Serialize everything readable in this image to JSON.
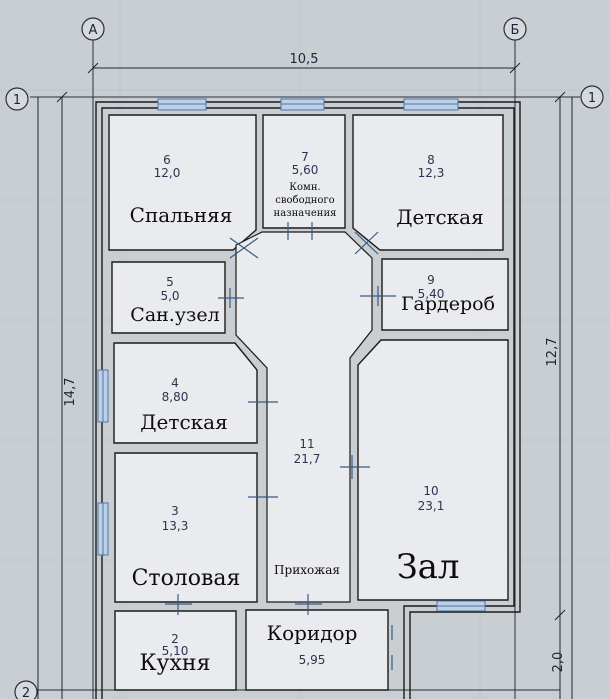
{
  "axes": {
    "a": "А",
    "b": "Б",
    "one_left": "1",
    "one_right": "1",
    "two_left": "2"
  },
  "dimensions": {
    "width_total": "10,5",
    "height_left": "14,7",
    "height_right": "12,7",
    "corridor_depth": "2,0"
  },
  "rooms": [
    {
      "num": "6",
      "area": "12,0",
      "name": "Спальняя"
    },
    {
      "num": "7",
      "area": "5,60",
      "name_lines": [
        "Комн.",
        "свободного",
        "назначения"
      ]
    },
    {
      "num": "8",
      "area": "12,3",
      "name": "Детская"
    },
    {
      "num": "5",
      "area": "5,0",
      "name": "Сан.узел"
    },
    {
      "num": "9",
      "area": "5,40",
      "name": "Гардероб"
    },
    {
      "num": "4",
      "area": "8,80",
      "name": "Детская"
    },
    {
      "num": "11",
      "area": "21,7",
      "name": "Прихожая"
    },
    {
      "num": "10",
      "area": "23,1",
      "name": "Зал"
    },
    {
      "num": "3",
      "area": "13,3",
      "name": "Столовая"
    },
    {
      "num": "2",
      "area": "5,10",
      "name": "Кухня"
    },
    {
      "num": "",
      "area": "5,95",
      "name": "Коридор"
    }
  ],
  "colors": {
    "paper": "#c9ced3",
    "wall": "#1a1a1a",
    "window": "#6e8fb8",
    "ink": "#2a3550"
  }
}
